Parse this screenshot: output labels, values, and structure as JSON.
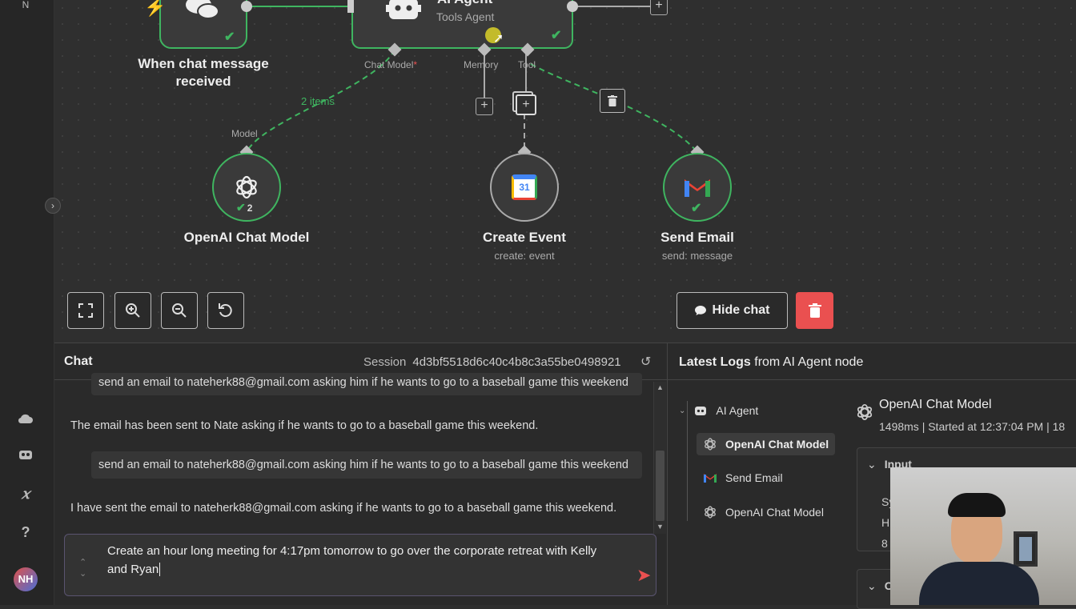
{
  "canvas": {
    "trigger_node": {
      "label_line1": "When chat message",
      "label_line2": "received"
    },
    "agent_node": {
      "title": "AI Agent",
      "subtitle": "Tools Agent"
    },
    "connectors": {
      "chat_model": "Chat Model",
      "required_marker": "*",
      "memory": "Memory",
      "tool": "Tool",
      "model": "Model",
      "items_label": "2 items"
    },
    "nodes": [
      {
        "label": "OpenAI Chat Model",
        "sub": "",
        "badge": "2"
      },
      {
        "label": "Create Event",
        "sub": "create: event",
        "icon_text": "31"
      },
      {
        "label": "Send Email",
        "sub": "send: message"
      }
    ],
    "controls": {
      "hide_chat": "Hide chat"
    }
  },
  "chat": {
    "title": "Chat",
    "session_label": "Session",
    "session_id": "4d3bf5518d6c40c4b8c3a55be0498921",
    "messages": [
      {
        "role": "user",
        "text": "send an email to nateherk88@gmail.com asking him if he wants to go to a baseball game this weekend"
      },
      {
        "role": "bot",
        "text": "The email has been sent to Nate asking if he wants to go to a baseball game this weekend."
      },
      {
        "role": "user",
        "text": "send an email to nateherk88@gmail.com asking him if he wants to go to a baseball game this weekend"
      },
      {
        "role": "bot",
        "text": "I have sent the email to nateherk88@gmail.com asking if he wants to go to a baseball game this weekend."
      }
    ],
    "input_value": "Create an hour long meeting for 4:17pm tomorrow to go over the corporate retreat with Kelly and Ryan"
  },
  "logs": {
    "title_bold": "Latest Logs",
    "title_rest": " from AI Agent node",
    "tree": [
      {
        "label": "AI Agent",
        "icon": "robot-icon"
      },
      {
        "label": "OpenAI Chat Model",
        "icon": "openai-icon",
        "selected": true
      },
      {
        "label": "Send Email",
        "icon": "gmail-icon"
      },
      {
        "label": "OpenAI Chat Model",
        "icon": "openai-icon"
      }
    ],
    "detail": {
      "title": "OpenAI Chat Model",
      "stats": "1498ms | Started at 12:37:04 PM | 18",
      "input_label": "Input",
      "input_peek": [
        "Sy",
        "H",
        "8"
      ],
      "second_label": "C"
    }
  },
  "sidebar": {
    "avatar": "NH",
    "top_text": "N"
  },
  "colors": {
    "success": "#3fb560",
    "danger": "#ea5050",
    "trigger": "#ff5a4a"
  }
}
